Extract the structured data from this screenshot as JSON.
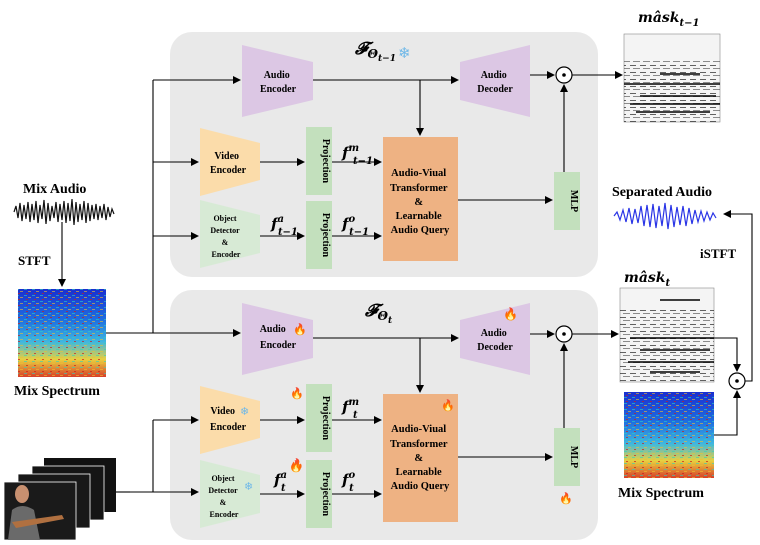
{
  "top_block": {
    "title_symbol": "𝓕",
    "title_sub": "Θ",
    "title_subsub": "t−1",
    "snow": "❄",
    "audio_encoder": [
      "Audio",
      "Encoder"
    ],
    "audio_decoder": [
      "Audio",
      "Decoder"
    ],
    "video_encoder": [
      "Video",
      "Encoder"
    ],
    "object_detector": [
      "Object",
      "Detector",
      "&",
      "Encoder"
    ],
    "projection": "Projection",
    "f_m": "f",
    "f_m_sup": "m",
    "f_m_sub": "t−1",
    "f_a": "f",
    "f_a_sup": "a",
    "f_a_sub": "t−1",
    "f_o": "f",
    "f_o_sup": "o",
    "f_o_sub": "t−1",
    "transformer": [
      "Audio-Viual",
      "Transformer",
      "&",
      "Learnable",
      "Audio Query"
    ],
    "mlp": "MLP",
    "odot": "⊙"
  },
  "bottom_block": {
    "title_symbol": "𝓕",
    "title_sub": "Θ",
    "title_subsub": "t",
    "fire": "🔥",
    "snow": "❄",
    "audio_encoder": [
      "Audio",
      "Encoder"
    ],
    "audio_decoder": [
      "Audio",
      "Decoder"
    ],
    "video_encoder": [
      "Video",
      "Encoder"
    ],
    "object_detector": [
      "Object",
      "Detector",
      "&",
      "Encoder"
    ],
    "projection": "Projection",
    "f_m": "f",
    "f_m_sup": "m",
    "f_m_sub": "t",
    "f_a": "f",
    "f_a_sup": "a",
    "f_a_sub": "t",
    "f_o": "f",
    "f_o_sup": "o",
    "f_o_sub": "t",
    "transformer": [
      "Audio-Viual",
      "Transformer",
      "&",
      "Learnable",
      "Audio Query"
    ],
    "mlp": "MLP",
    "odot": "⊙"
  },
  "left": {
    "mix_audio": "Mix Audio",
    "stft": "STFT",
    "mix_spectrum": "Mix Spectrum"
  },
  "right": {
    "mask_prev": "mâsk",
    "mask_prev_sub": "t−1",
    "mask_cur": "mâsk",
    "mask_cur_sub": "t",
    "separated_audio": "Separated Audio",
    "istft": "iSTFT",
    "mix_spectrum": "Mix Spectrum",
    "odot": "⊙"
  },
  "colors": {
    "panel": "#e9e9e9",
    "audio_module": "#dcc7e4",
    "video_module": "#fbdcaa",
    "object_module": "#d7ead5",
    "projection": "#c3e0bd",
    "transformer": "#eeb283",
    "mlp": "#c3e0bd",
    "waveform_dark": "#111111",
    "waveform_blue": "#2a35e6"
  }
}
